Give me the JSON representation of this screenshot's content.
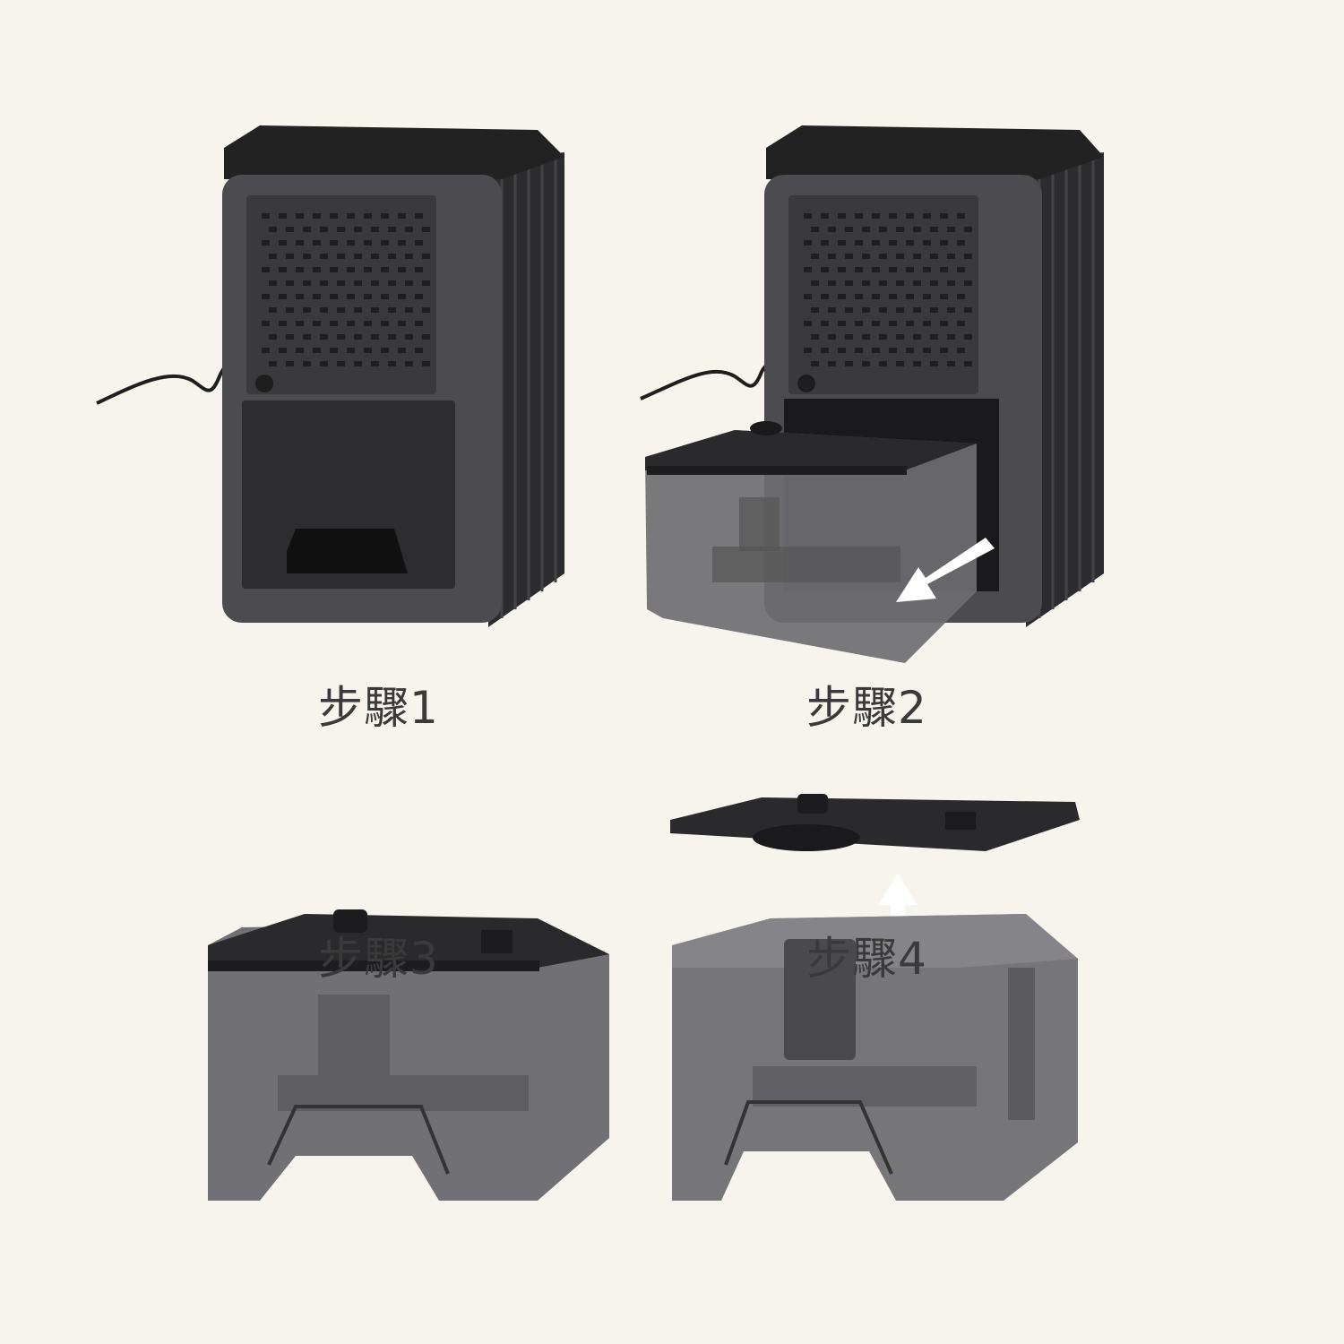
{
  "steps": [
    {
      "label": "步驟1",
      "illustration": "dehumidifier-back-view"
    },
    {
      "label": "步驟2",
      "illustration": "water-tank-pulled-out"
    },
    {
      "label": "步驟3",
      "illustration": "water-tank-with-lid"
    },
    {
      "label": "步驟4",
      "illustration": "water-tank-lid-lifted"
    }
  ],
  "colors": {
    "background": "#f7f4ee",
    "body": "#4a4a4e",
    "body_dark": "#2b2b2e",
    "tank": "#6b6b6e",
    "arrow": "#ffffff",
    "caption": "#3a3a3a"
  }
}
